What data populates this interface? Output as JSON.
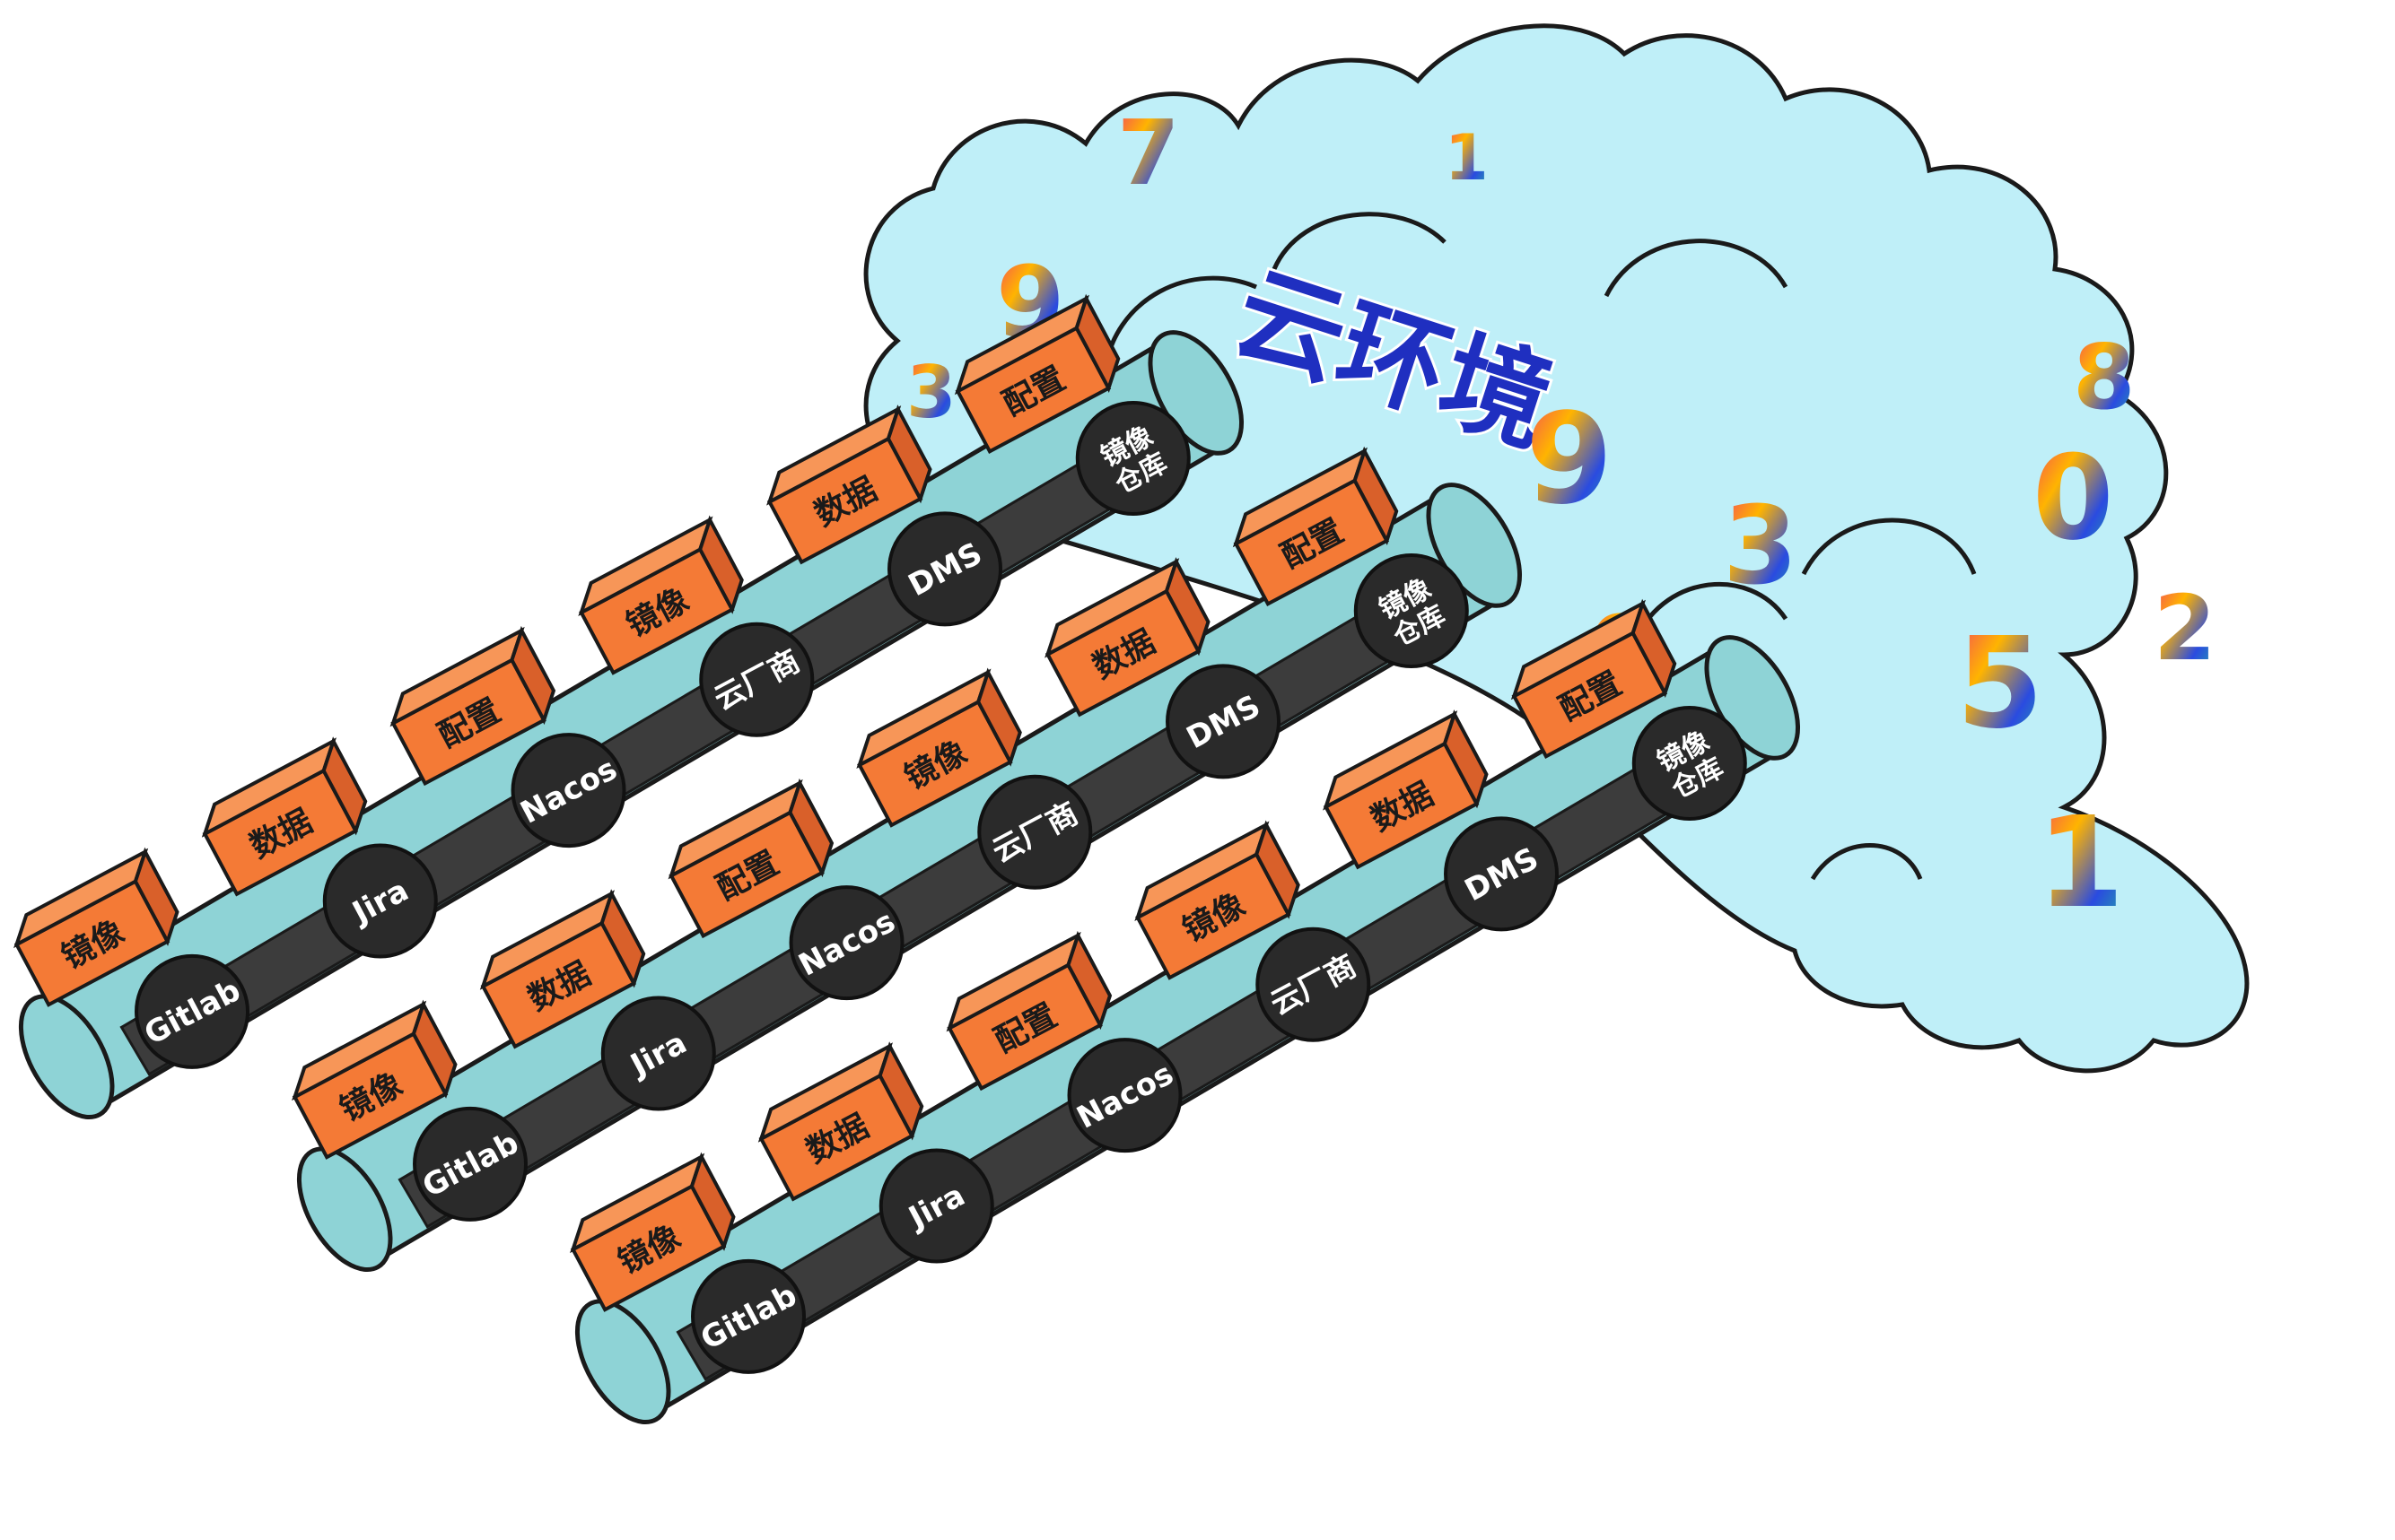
{
  "title": "云环境",
  "colors": {
    "cloud_fill": "#bfeff8",
    "cloud_stroke": "#1a1a1a",
    "belt_fill": "#8ed3d6",
    "belt_dark": "#3c3c3c",
    "box_fill": "#f47a36",
    "box_top": "#f79658",
    "title_color": "#1f2fc0",
    "roller_fill": "#2a2a2a"
  },
  "belts": [
    {
      "boxes": [
        "镜像",
        "数据",
        "配置",
        "镜像",
        "数据",
        "配置"
      ],
      "rollers": [
        "Gitlab",
        "Jira",
        "Nacos",
        "云厂商",
        "DMS",
        "镜像\n仓库"
      ]
    },
    {
      "boxes": [
        "镜像",
        "数据",
        "配置",
        "镜像",
        "数据",
        "配置"
      ],
      "rollers": [
        "Gitlab",
        "Jira",
        "Nacos",
        "云厂商",
        "DMS",
        "镜像\n仓库"
      ]
    },
    {
      "boxes": [
        "镜像",
        "数据",
        "配置",
        "镜像",
        "数据",
        "配置"
      ],
      "rollers": [
        "Gitlab",
        "Jira",
        "Nacos",
        "云厂商",
        "DMS",
        "镜像\n仓库"
      ]
    }
  ],
  "decor_digits": [
    "7",
    "9",
    "3",
    "1",
    "9",
    "3",
    "1",
    "6",
    "8",
    "0",
    "2",
    "5",
    "1"
  ]
}
